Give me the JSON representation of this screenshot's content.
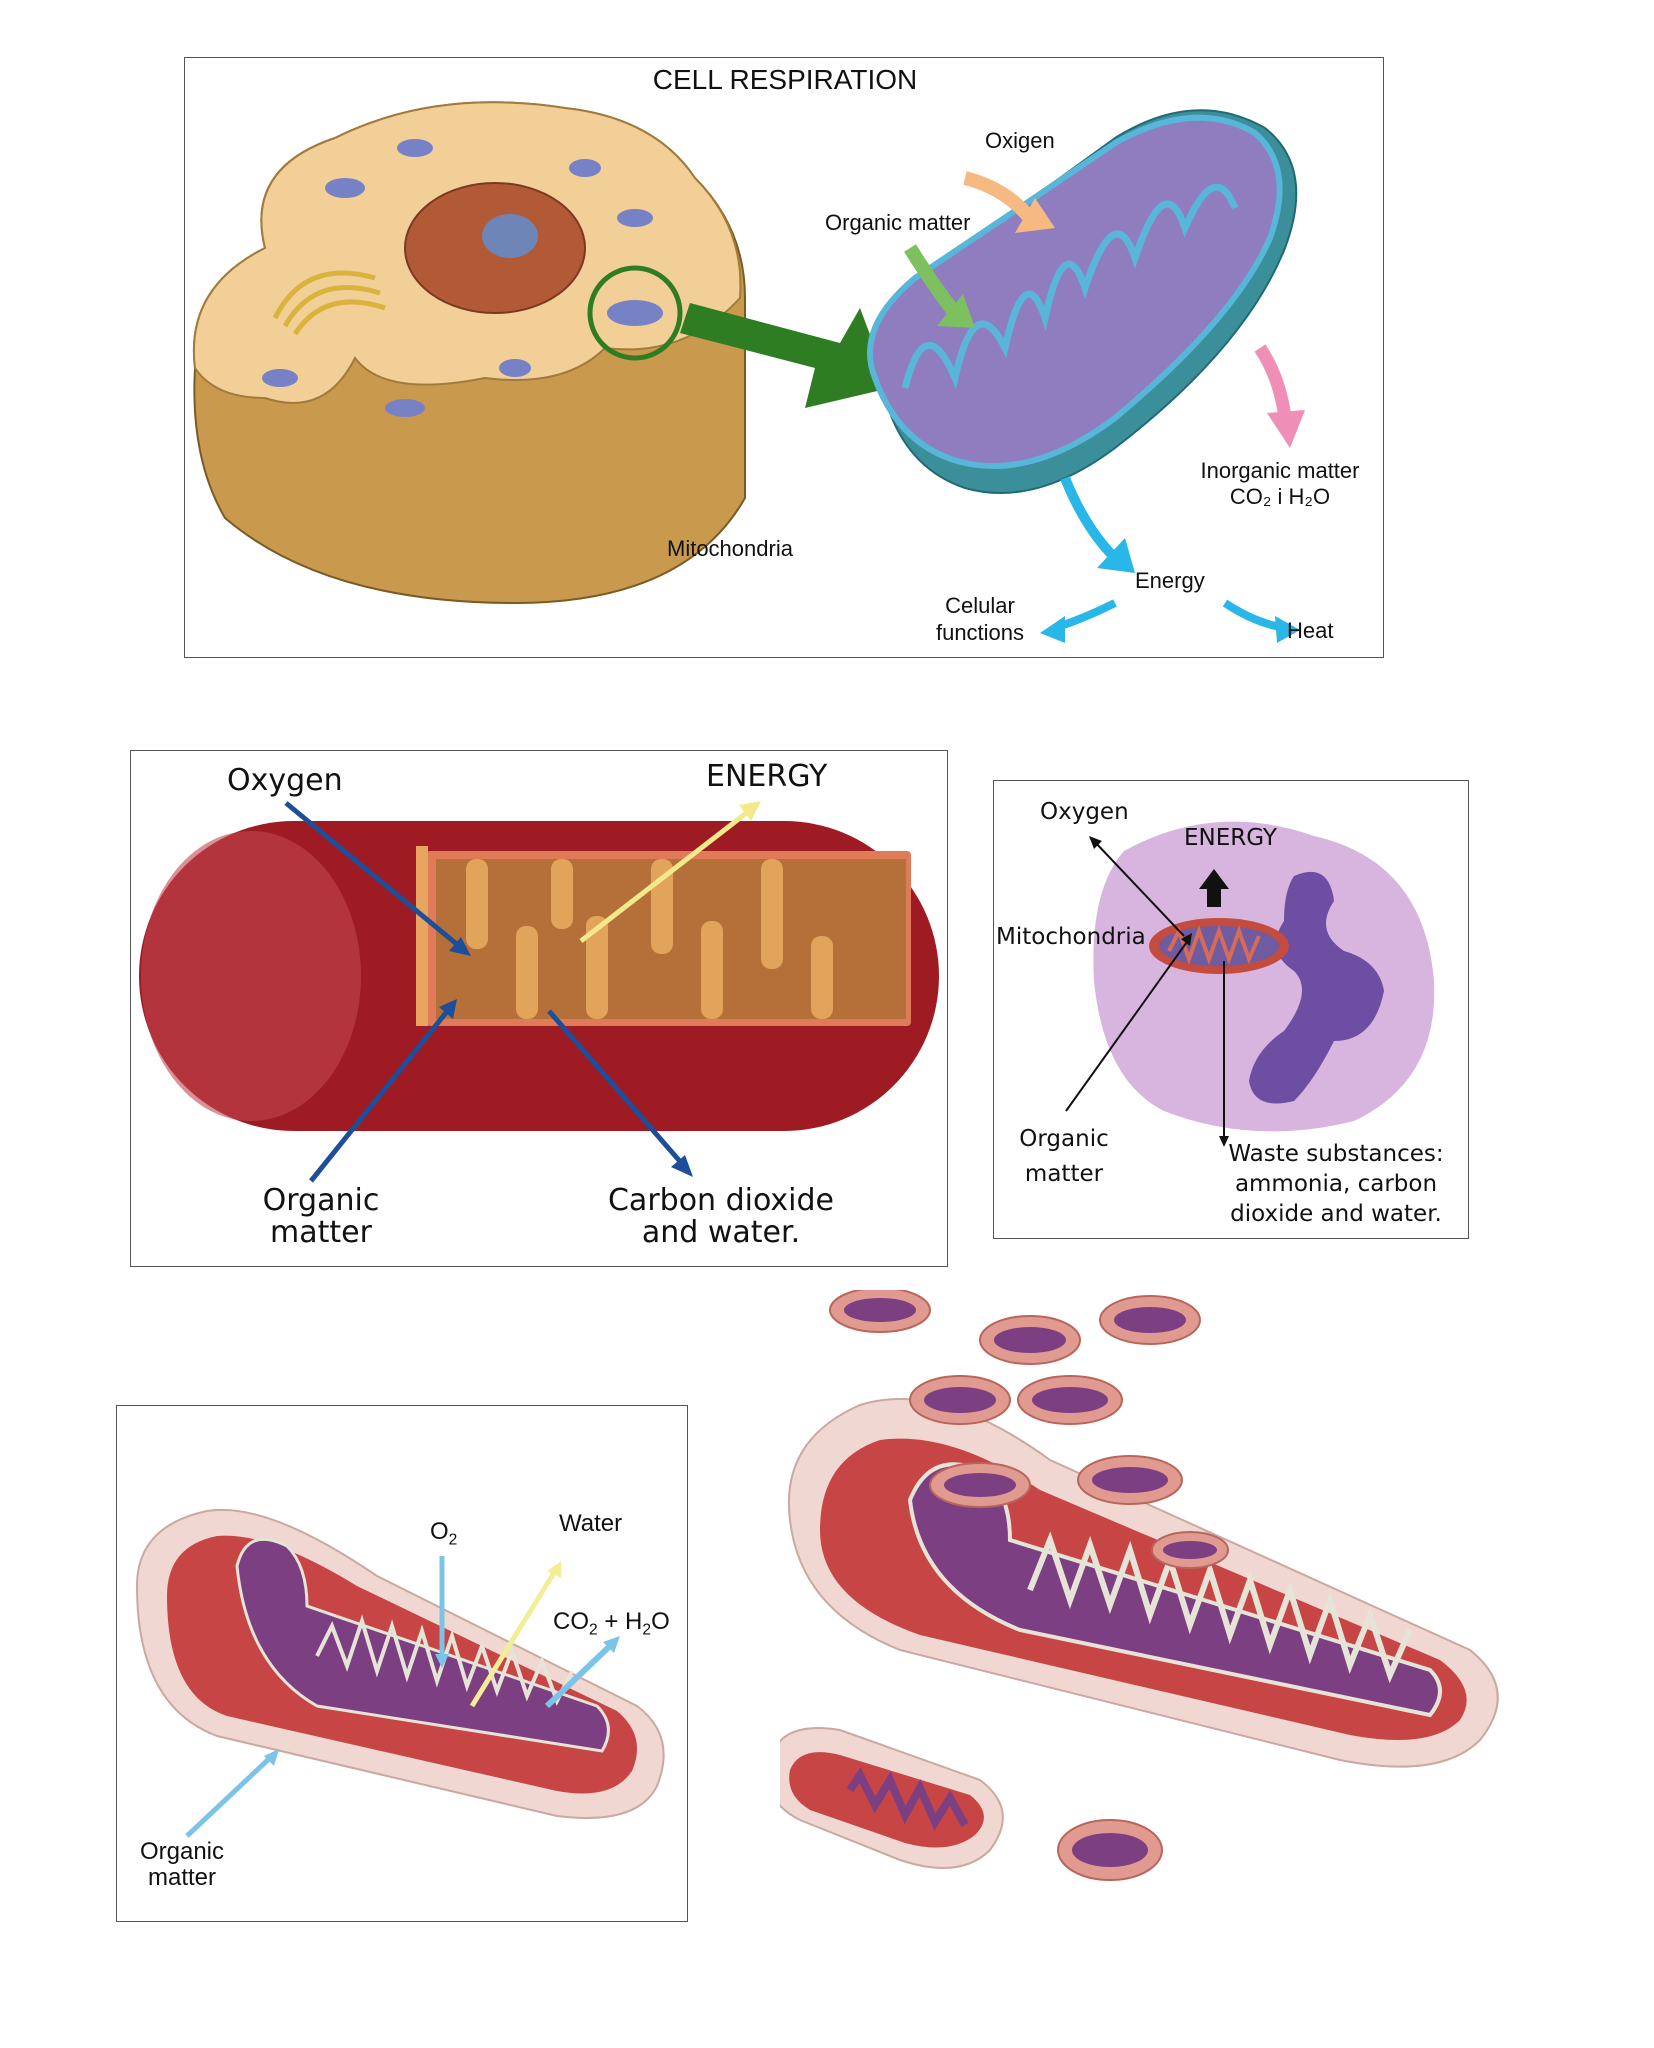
{
  "panel1": {
    "title": "CELL RESPIRATION",
    "oxygen": "Oxigen",
    "organic_matter": "Organic matter",
    "inorganic_line1": "Inorganic matter",
    "inorganic_line2": "CO₂ i H₂O",
    "mitochondria": "Mitochondria",
    "energy": "Energy",
    "cellular_line1": "Celular",
    "cellular_line2": "functions",
    "heat": "Heat",
    "colors": {
      "oxygen_arrow": "#f6b982",
      "organic_arrow": "#7dc060",
      "inorganic_arrow": "#ef8eb6",
      "energy_arrow": "#29b6e8",
      "zoom_arrow": "#2e7d23"
    }
  },
  "panel2": {
    "oxygen": "Oxygen",
    "energy": "ENERGY",
    "organic_line1": "Organic",
    "organic_line2": "matter",
    "co2_line1": "Carbon dioxide",
    "co2_line2": "and water.",
    "colors": {
      "blue_arrow": "#1d4e9a",
      "energy_arrow": "#f2ea8a",
      "membrane": "#9e1b24"
    }
  },
  "panel3": {
    "oxygen": "Oxygen",
    "energy": "ENERGY",
    "mitochondria": "Mitochondria",
    "organic_line1": "Organic",
    "organic_line2": "matter",
    "waste_line1": "Waste substances:",
    "waste_line2": "ammonia, carbon",
    "waste_line3": "dioxide and water."
  },
  "panel4": {
    "o2": "O",
    "o2_sub": "2",
    "water": "Water",
    "co2_a": "CO",
    "co2_sub1": "2",
    "co2_b": " + H",
    "co2_sub2": "2",
    "co2_c": "O",
    "organic_line1": "Organic",
    "organic_line2": "matter",
    "colors": {
      "blue_arrow": "#7cc3e8",
      "yellow_arrow": "#f3ee96"
    }
  }
}
